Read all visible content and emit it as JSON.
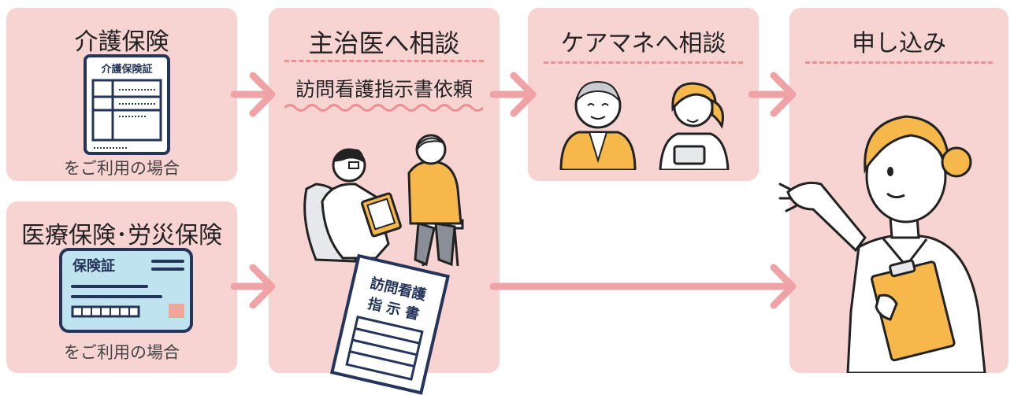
{
  "box_kaigo": {
    "title": "介護保険",
    "card_title": "介護保険証",
    "caption": "をご利用の場合"
  },
  "box_iryo": {
    "title": "医療保険･労災保険",
    "card_title": "保険証",
    "caption": "をご利用の場合"
  },
  "box_doctor": {
    "title": "主治医へ相談",
    "subtitle": "訪問看護指示書依頼",
    "doc_title_line1": "訪問看護",
    "doc_title_line2": "指 示 書"
  },
  "box_caremanager": {
    "title": "ケアマネへ相談"
  },
  "box_apply": {
    "title": "申し込み"
  },
  "colors": {
    "box_bg": "#f7d3d2",
    "arrow": "#f0a3a6",
    "dash": "#ef8f93",
    "navy": "#24345a",
    "yellow": "#f7b84b"
  }
}
